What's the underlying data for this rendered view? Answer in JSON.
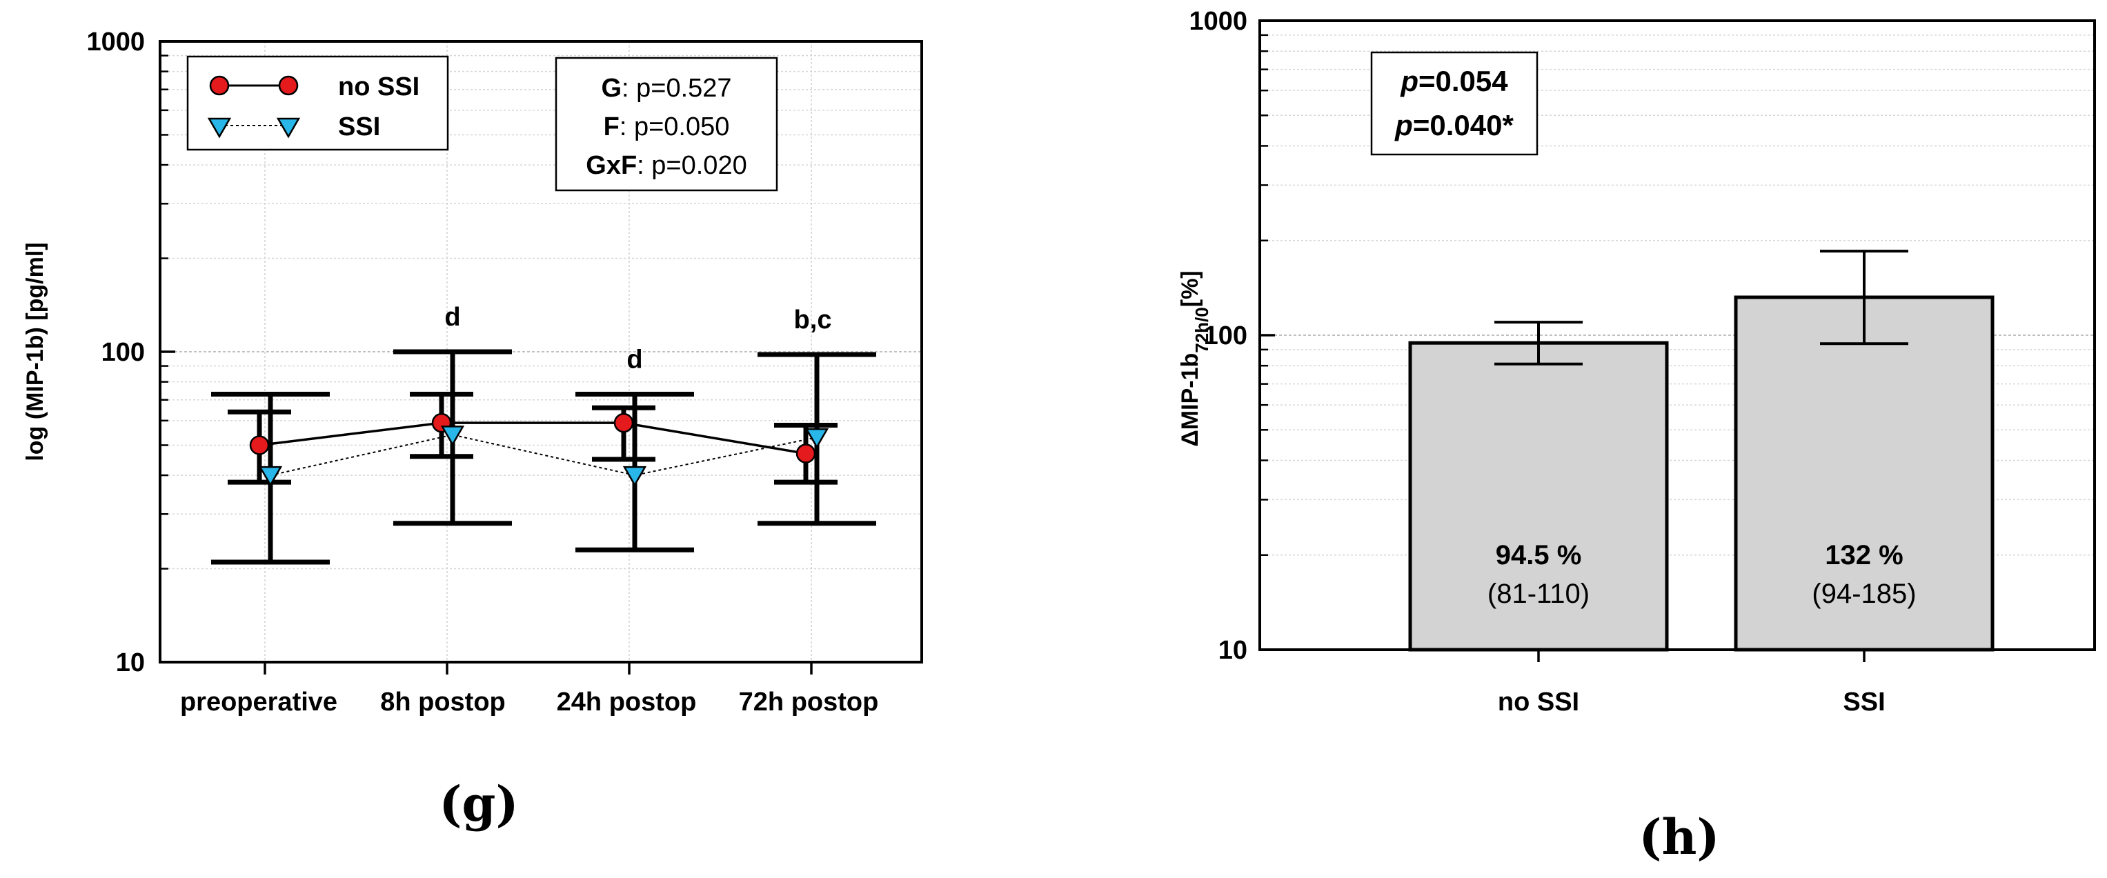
{
  "chart_data": [
    {
      "type": "line",
      "panel_label": "(g)",
      "ylabel": "log (MIP-1b) [pg/ml]",
      "yscale": "log",
      "ylim": [
        10,
        1000
      ],
      "yticks": [
        "10",
        "100",
        "1000"
      ],
      "grid": true,
      "legend_position": "top-left",
      "categories": [
        "preoperative",
        "8h postop",
        "24h postop",
        "72h postop"
      ],
      "annotations": [
        "",
        "d",
        "d",
        "b,c"
      ],
      "series": [
        {
          "name": "no SSI",
          "marker": "circle",
          "line": "solid",
          "color": "#e41a1c",
          "values": [
            50,
            59,
            59,
            47
          ],
          "err_low": [
            38,
            46,
            45,
            38
          ],
          "err_high": [
            64,
            73,
            66,
            58
          ]
        },
        {
          "name": "SSI",
          "marker": "triangle-down",
          "line": "dotted",
          "color": "#29b6e8",
          "values": [
            40,
            54,
            40,
            53
          ],
          "err_low": [
            21,
            28,
            23,
            28
          ],
          "err_high": [
            73,
            100,
            73,
            98
          ]
        }
      ],
      "stats": [
        {
          "label": "G",
          "text": ": p=0.527"
        },
        {
          "label": "F",
          "text": ": p=0.050"
        },
        {
          "label": "GxF",
          "text": ": p=0.020"
        }
      ]
    },
    {
      "type": "bar",
      "panel_label": "(h)",
      "ylabel_main": "ΔMIP-1b",
      "ylabel_sub": "72h/0",
      "ylabel_unit": "[%]",
      "yscale": "log",
      "ylim": [
        10,
        1000
      ],
      "yticks": [
        "10",
        "100",
        "1000"
      ],
      "grid": true,
      "categories": [
        "no SSI",
        "SSI"
      ],
      "values": [
        94.5,
        132
      ],
      "err_low": [
        81,
        94
      ],
      "err_high": [
        110,
        185
      ],
      "value_labels": [
        "94.5 %",
        "132 %"
      ],
      "range_labels": [
        "(81-110)",
        "(94-185)"
      ],
      "bar_color": "#d3d3d3",
      "pvalues": [
        {
          "p": "p",
          "text": "=0.054"
        },
        {
          "p": "p",
          "text": "=0.040*"
        }
      ]
    }
  ]
}
